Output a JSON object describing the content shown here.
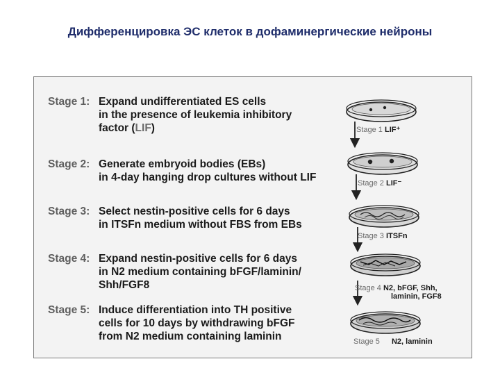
{
  "title": "Дифференцировка ЭС клеток в дофаминергические нейроны",
  "stages": [
    {
      "label": "Stage 1:",
      "lines": [
        "Expand undifferentiated ES cells",
        "in the presence of leukemia inhibitory",
        "factor ("
      ],
      "lif": "LIF",
      "line3_end": ")"
    },
    {
      "label": "Stage 2:",
      "lines": [
        "Generate embryoid bodies (EBs)",
        "in 4-day hanging drop cultures without LIF"
      ]
    },
    {
      "label": "Stage 3:",
      "lines": [
        "Select nestin-positive cells for 6 days",
        "in ITSFn medium without FBS from EBs"
      ]
    },
    {
      "label": "Stage 4:",
      "lines": [
        "Expand nestin-positive cells for 6 days",
        "in N2 medium containing bFGF/laminin/",
        "Shh/FGF8"
      ]
    },
    {
      "label": "Stage 5:",
      "lines": [
        "Induce differentiation into TH positive",
        "cells for 10 days by withdrawing bFGF",
        "from N2 medium containing laminin"
      ]
    }
  ],
  "dishes": [
    {
      "stage": "Stage 1",
      "medium": "LIF⁺",
      "medium2": ""
    },
    {
      "stage": "Stage 2",
      "medium": "LIF⁻",
      "medium2": ""
    },
    {
      "stage": "Stage 3",
      "medium": "ITSFn",
      "medium2": ""
    },
    {
      "stage": "Stage 4",
      "medium": "N2, bFGF, Shh,",
      "medium2": "laminin, FGF8"
    },
    {
      "stage": "Stage 5",
      "medium": "N2, laminin",
      "medium2": ""
    }
  ]
}
